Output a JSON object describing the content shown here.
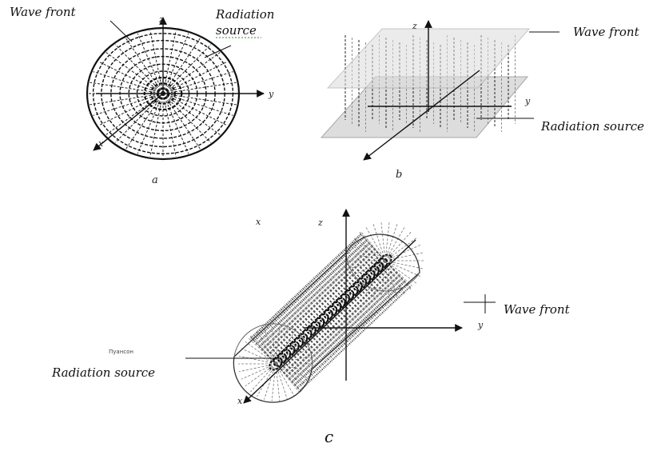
{
  "panel_a": {
    "wave_front": "Wave front",
    "radiation_source": "Radiation source",
    "axis_z": "z",
    "axis_y": "y",
    "axis_x": "x",
    "caption": "a"
  },
  "panel_b": {
    "wave_front": "Wave front",
    "radiation_source": "Radiation source",
    "axis_z": "z",
    "axis_y": "y",
    "caption": "b"
  },
  "panel_c": {
    "wave_front": "Wave front",
    "radiation_source": "Radiation source",
    "axis_x_top": "x",
    "axis_z": "z",
    "axis_y": "y",
    "axis_x": "x",
    "stray_text": "Пуансон",
    "caption": "c"
  }
}
